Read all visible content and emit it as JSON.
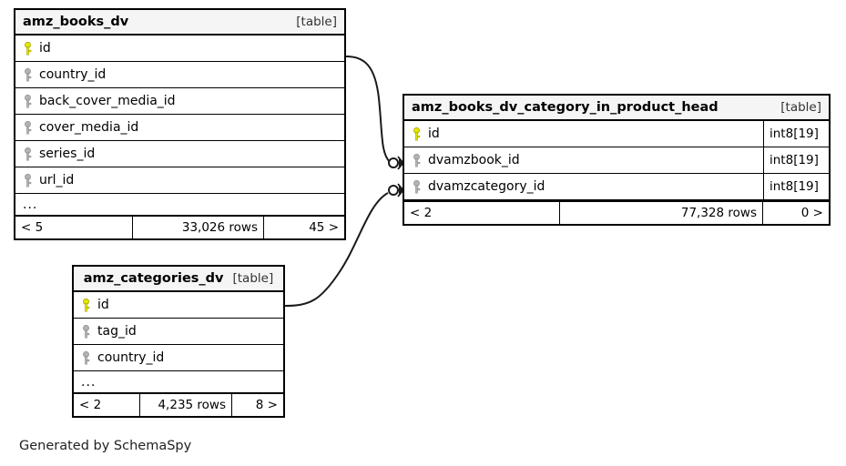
{
  "diagram": {
    "footer_note": "Generated by SchemaSpy",
    "table_tag": "[table]",
    "ellipsis": "...",
    "pk_icon": "primary-key-icon",
    "fk_icon": "foreign-key-icon",
    "pk_color": "#e6e600",
    "fk_color": "#b3b3b3",
    "line_color": "#1a1a1a",
    "header_bg": "#f5f5f5"
  },
  "tables": [
    {
      "id": "amz_books_dv",
      "name": "amz_books_dv",
      "tag": "[table]",
      "columns": [
        {
          "name": "id",
          "key": "primary",
          "type": ""
        },
        {
          "name": "country_id",
          "key": "foreign",
          "type": ""
        },
        {
          "name": "back_cover_media_id",
          "key": "foreign",
          "type": ""
        },
        {
          "name": "cover_media_id",
          "key": "foreign",
          "type": ""
        },
        {
          "name": "series_id",
          "key": "foreign",
          "type": ""
        },
        {
          "name": "url_id",
          "key": "foreign",
          "type": ""
        }
      ],
      "more_indicator": "...",
      "footer": {
        "left": "< 5",
        "middle": "33,026 rows",
        "right": "45 >"
      }
    },
    {
      "id": "amz_books_dv_category_in_product_head",
      "name": "amz_books_dv_category_in_product_head",
      "tag": "[table]",
      "columns": [
        {
          "name": "id",
          "key": "primary",
          "type": "int8[19]"
        },
        {
          "name": "dvamzbook_id",
          "key": "foreign",
          "type": "int8[19]"
        },
        {
          "name": "dvamzcategory_id",
          "key": "foreign",
          "type": "int8[19]"
        }
      ],
      "more_indicator": "",
      "footer": {
        "left": "< 2",
        "middle": "77,328 rows",
        "right": "0 >"
      }
    },
    {
      "id": "amz_categories_dv",
      "name": "amz_categories_dv",
      "tag": "[table]",
      "columns": [
        {
          "name": "id",
          "key": "primary",
          "type": ""
        },
        {
          "name": "tag_id",
          "key": "foreign",
          "type": ""
        },
        {
          "name": "country_id",
          "key": "foreign",
          "type": ""
        }
      ],
      "more_indicator": "...",
      "footer": {
        "left": "< 2",
        "middle": "4,235 rows",
        "right": "8 >"
      }
    }
  ],
  "relationships": [
    {
      "name": "amz_books_dv.id-to-dvamzbook_id",
      "from_table": "amz_books_dv",
      "from_column": "id",
      "to_table": "amz_books_dv_category_in_product_head",
      "to_column": "dvamzbook_id"
    },
    {
      "name": "amz_categories_dv.id-to-dvamzcategory_id",
      "from_table": "amz_categories_dv",
      "from_column": "id",
      "to_table": "amz_books_dv_category_in_product_head",
      "to_column": "dvamzcategory_id"
    }
  ]
}
